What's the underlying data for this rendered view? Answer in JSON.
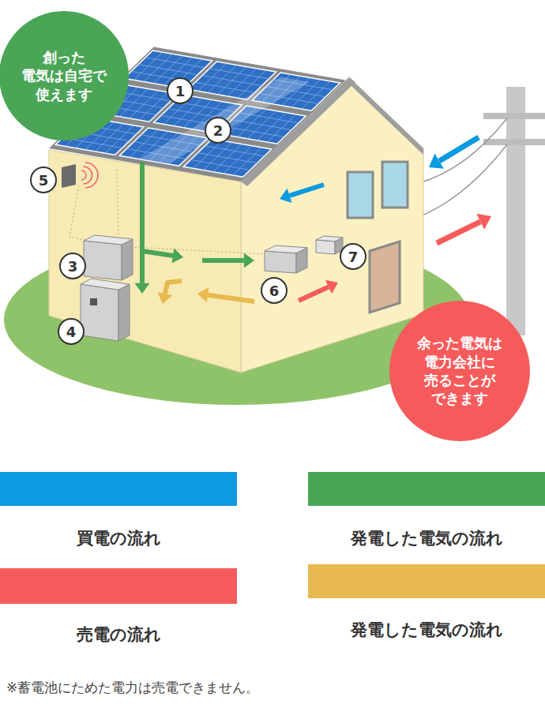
{
  "diagram": {
    "nodes": [
      {
        "text": [
          "創った 電気は自宅で 使えます"
        ]
      },
      {
        "text": [
          "余った電気は 電力会社に 売ることが できます"
        ]
      }
    ],
    "labels": [
      "1",
      "2",
      "3",
      "4",
      "5",
      "6",
      "7",
      "※蓄電池にためた電力は売電できません。"
    ],
    "legend": [
      {
        "text": "買電の流れ",
        "color": "#0c9ae0"
      },
      {
        "text": "発電した電気の流れ",
        "color": "#4aa557"
      },
      {
        "text": "売電の流れ",
        "color": "#f65b5b"
      },
      {
        "text": "発電した電気の流れ",
        "color": "#e7b94e"
      }
    ]
  }
}
